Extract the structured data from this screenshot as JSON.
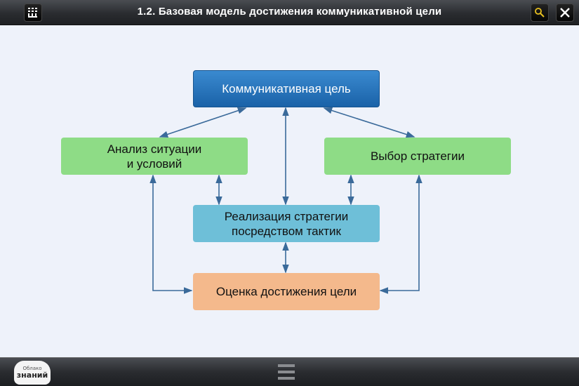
{
  "header": {
    "title": "1.2. Базовая модель достижения коммуникативной цели",
    "menu_icon": "contents-icon",
    "search_icon": "search-icon",
    "close_icon": "close-icon"
  },
  "diagram": {
    "goal": "Коммуникативная цель",
    "analysis": [
      "Анализ ситуации",
      "и условий"
    ],
    "strategy": "Выбор стратегии",
    "realization": [
      "Реализация стратегии",
      "посредством тактик"
    ],
    "evaluation": "Оценка достижения цели"
  },
  "footer": {
    "logo_top": "Облако",
    "logo_bottom": "знаний",
    "menu_icon": "hamburger-icon"
  },
  "colors": {
    "goal": "#1f6db3",
    "analysis": "#8edc86",
    "strategy": "#8edc86",
    "realization": "#6ebfd8",
    "evaluation": "#f4b98c",
    "arrow": "#3a6a9a"
  }
}
